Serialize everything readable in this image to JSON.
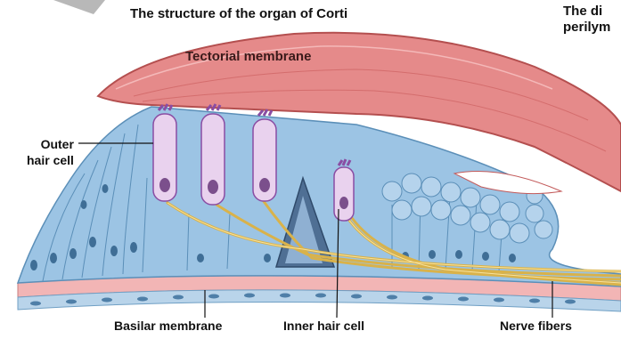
{
  "title": "The structure of the organ of Corti",
  "edge_text": [
    "The di",
    "perilym"
  ],
  "labels": {
    "tectorial_membrane": "Tectorial membrane",
    "outer_hair_cell_line1": "Outer",
    "outer_hair_cell_line2": "hair cell",
    "basilar_membrane": "Basilar membrane",
    "inner_hair_cell": "Inner hair cell",
    "nerve_fibers": "Nerve fibers"
  },
  "colors": {
    "tectorial": "#e58a8a",
    "tectorial_dark": "#c35a5a",
    "support_cells": "#9cc4e4",
    "support_dark": "#5b8fb8",
    "hair_cells": "#e9d2ee",
    "hair_nucleus": "#7b4f8c",
    "nerve": "#e7c866",
    "basilar": "#f2b5b5"
  }
}
